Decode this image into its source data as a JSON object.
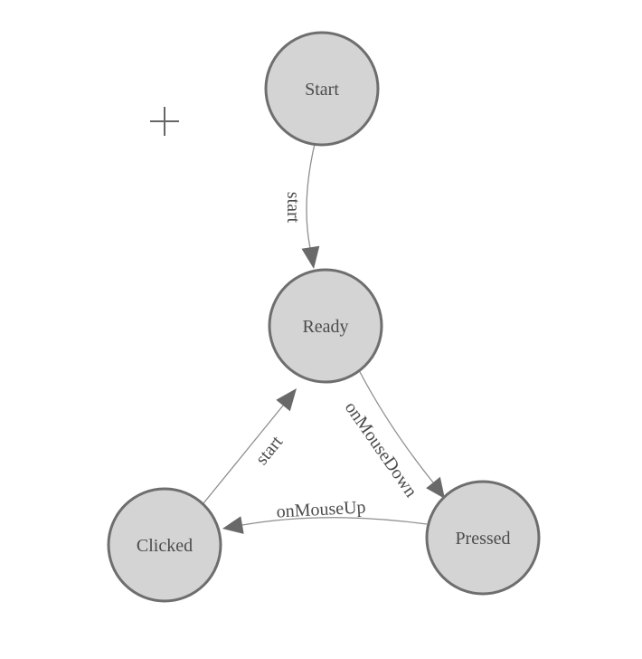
{
  "diagram_type": "state-machine",
  "colors": {
    "background": "#ffffff",
    "node_fill": "#d4d4d4",
    "node_stroke": "#6e6e6e",
    "edge_stroke": "#8f8f8f",
    "arrow_fill": "#696969",
    "label_text": "#4c4c4c",
    "cursor": "#666666"
  },
  "nodes": [
    {
      "id": "start",
      "label": "Start"
    },
    {
      "id": "ready",
      "label": "Ready"
    },
    {
      "id": "clicked",
      "label": "Clicked"
    },
    {
      "id": "pressed",
      "label": "Pressed"
    }
  ],
  "edges": [
    {
      "from": "Start",
      "to": "Ready",
      "label": "start"
    },
    {
      "from": "Ready",
      "to": "Pressed",
      "label": "onMouseDown"
    },
    {
      "from": "Pressed",
      "to": "Clicked",
      "label": "onMouseUp"
    },
    {
      "from": "Clicked",
      "to": "Ready",
      "label": "start"
    }
  ],
  "cursor": {
    "icon": "plus-crosshair"
  }
}
